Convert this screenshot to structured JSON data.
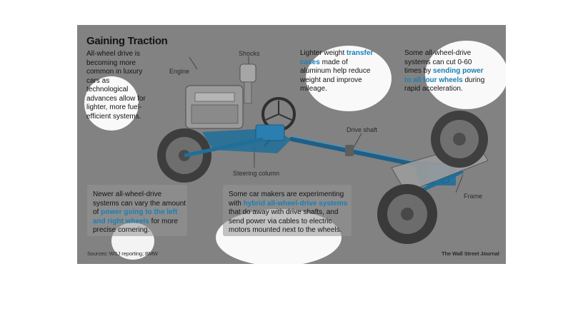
{
  "title": "Gaining Traction",
  "intro": "All-wheel drive is becoming more common in luxury cars as technological advances allow for lighter, more fuel-efficient systems.",
  "labels": {
    "shocks": "Shocks",
    "engine": "Engine",
    "drive_shaft": "Drive shaft",
    "steering_column": "Steering column",
    "frame": "Frame"
  },
  "callouts": {
    "transfer": {
      "pre": "Lighter weight ",
      "hl": "transfer cases",
      "post": " made of aluminum help reduce weight and improve mileage."
    },
    "power": {
      "pre": "Some all-wheel-drive systems can cut 0-60 times by ",
      "hl": "sending power to all four wheels",
      "post": " during rapid acceleration."
    },
    "cornering": {
      "pre": "Newer all-wheel-drive systems can vary the amount of ",
      "hl": "power going to the left and right wheels",
      "post": " for more precise cornering."
    },
    "hybrid": {
      "pre": "Some car makers are experimenting with ",
      "hl": "hybrid all-wheel-drive systems",
      "post": " that do away with drive shafts, and send power via cables to electric motors mounted next to the wheels."
    }
  },
  "sources": "Sources: WSJ reporting; BMW",
  "credit": "The Wall Street Journal",
  "colors": {
    "panel": "#828282",
    "highlight": "#1a7fb5",
    "drivetrain": "#1f6f9a",
    "blob": "#ffffff"
  }
}
